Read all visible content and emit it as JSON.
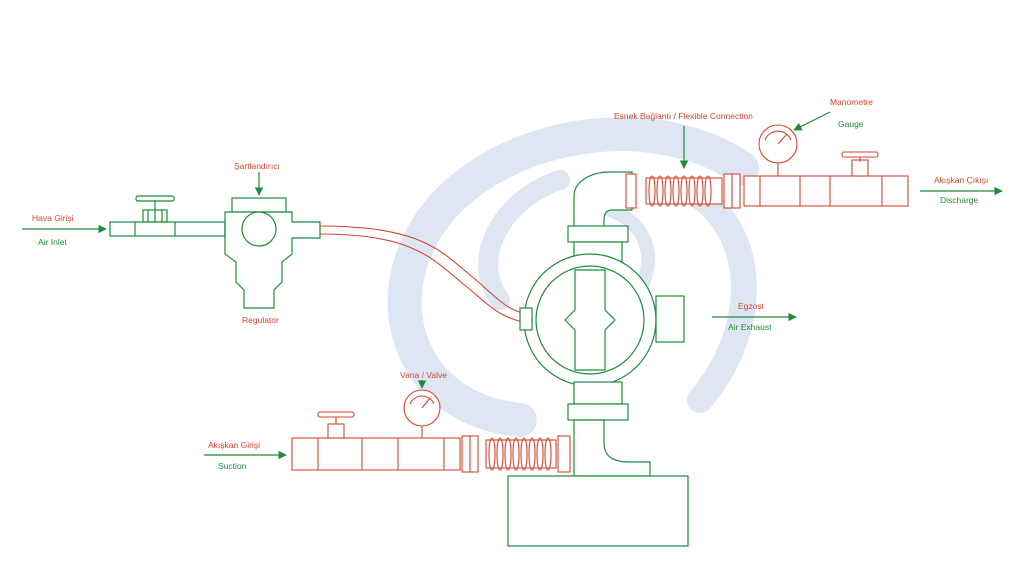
{
  "labels": {
    "air_inlet_tr": "Hava Girişi",
    "air_inlet_en": "Air Inlet",
    "conditioner_tr": "Şartlandırıcı",
    "regulator_en": "Regulator",
    "flexible_connection": "Esnek Bağlantı / Flexible Connection",
    "manometer_tr": "Manometre",
    "gauge_en": "Gauge",
    "discharge_tr": "Akışkan Çıkışı",
    "discharge_en": "Discharge",
    "exhaust_tr": "Egzost",
    "exhaust_en": "Air Exhaust",
    "valve": "Vana / Valve",
    "suction_tr": "Akışkan Girişi",
    "suction_en": "Suction"
  },
  "colors": {
    "green_line": "#1f8a3c",
    "red_line": "#d2462e",
    "watermark": "#dfe6f3"
  }
}
